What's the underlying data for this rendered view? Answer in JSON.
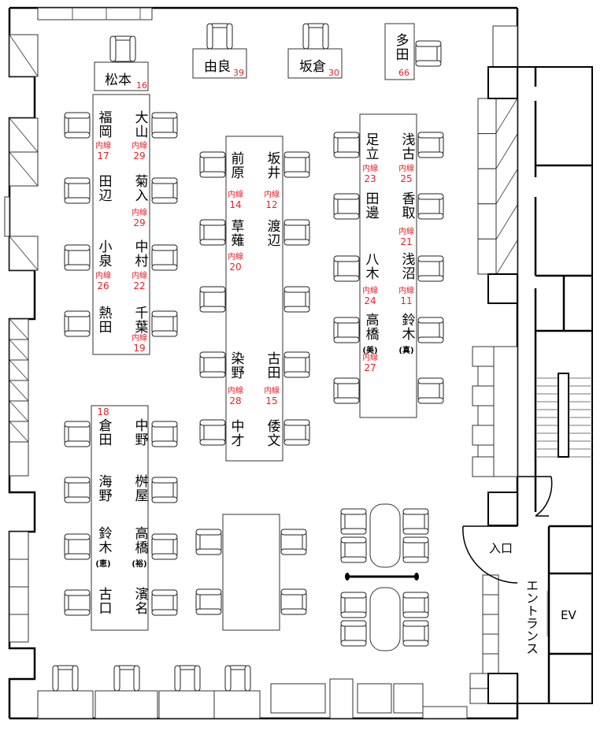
{
  "labels": {
    "ext": "内線",
    "entrance_door": "入口",
    "entrance": "エントランス",
    "elevator": "EV"
  },
  "colors": {
    "ext": "#e8212a",
    "line": "#000000"
  },
  "desks": [
    {
      "name": "松本",
      "ext": "16"
    },
    {
      "name": "由良",
      "ext": "39"
    },
    {
      "name": "坂倉",
      "ext": "30"
    },
    {
      "name": "多田",
      "ext": "66"
    }
  ],
  "tables": [
    {
      "id": "table-1",
      "seats": [
        {
          "name": "福岡",
          "ext": "17"
        },
        {
          "name": "大山",
          "ext": "29"
        },
        {
          "name": "田辺"
        },
        {
          "name": "菊入",
          "ext": "29"
        },
        {
          "name": "小泉",
          "ext": "26"
        },
        {
          "name": "中村",
          "ext": "22"
        },
        {
          "name": "熱田"
        },
        {
          "name": "千葉",
          "ext": "19"
        }
      ]
    },
    {
      "id": "table-2",
      "seats": [
        {
          "name": "前原",
          "ext": "14"
        },
        {
          "name": "坂井",
          "ext": "12"
        },
        {
          "name": "草薙",
          "ext": "20"
        },
        {
          "name": "渡辺"
        },
        {
          "name": "染野",
          "ext": "28"
        },
        {
          "name": "古田",
          "ext": "15"
        },
        {
          "name": "中才"
        },
        {
          "name": "倭文"
        }
      ]
    },
    {
      "id": "table-3",
      "seats": [
        {
          "name": "足立",
          "ext": "23"
        },
        {
          "name": "浅古",
          "ext": "25"
        },
        {
          "name": "田邊"
        },
        {
          "name": "香取",
          "ext": "21"
        },
        {
          "name": "八木",
          "ext": "24"
        },
        {
          "name": "浅沼",
          "ext": "11"
        },
        {
          "name": "高橋",
          "suffix": "(美)",
          "ext": "27"
        },
        {
          "name": "鈴木",
          "suffix": "(真)"
        }
      ]
    },
    {
      "id": "table-4",
      "seats": [
        {
          "name": "倉田",
          "ext_plain": "18"
        },
        {
          "name": "中野"
        },
        {
          "name": "海野"
        },
        {
          "name": "桝屋"
        },
        {
          "name": "鈴木",
          "suffix": "(恵)"
        },
        {
          "name": "高橋",
          "suffix": "(裕)"
        },
        {
          "name": "古口"
        },
        {
          "name": "濱名"
        }
      ]
    }
  ]
}
